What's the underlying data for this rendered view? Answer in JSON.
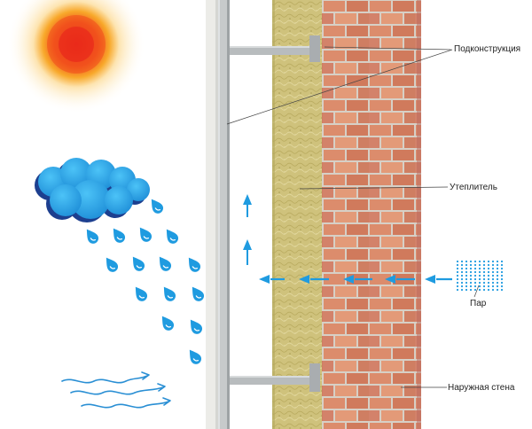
{
  "labels": {
    "substructure": "Подконструкция",
    "insulation": "Утеплитель",
    "vapor": "Пар",
    "outer_wall": "Наружная стена"
  },
  "colors": {
    "sun_core": "#e8221b",
    "sun_glow": "#f7a623",
    "cloud": "#2aa3e8",
    "cloud_shadow": "#1d3f8f",
    "rain": "#1f9be0",
    "arrows": "#1f9be0",
    "wind": "#2a8fd4",
    "insulation": "#cdc07a",
    "brick": "#d8886a",
    "mortar": "#d9c7b8",
    "facade_panel": "#e9e9e4",
    "profile": "#b8bcbe"
  },
  "icons": {
    "sun": "sun-icon",
    "cloud": "cloud-icon",
    "rain": "raindrop-icon",
    "wind": "wind-icon",
    "vapor": "vapor-dots-icon",
    "arrow": "arrow-icon"
  }
}
